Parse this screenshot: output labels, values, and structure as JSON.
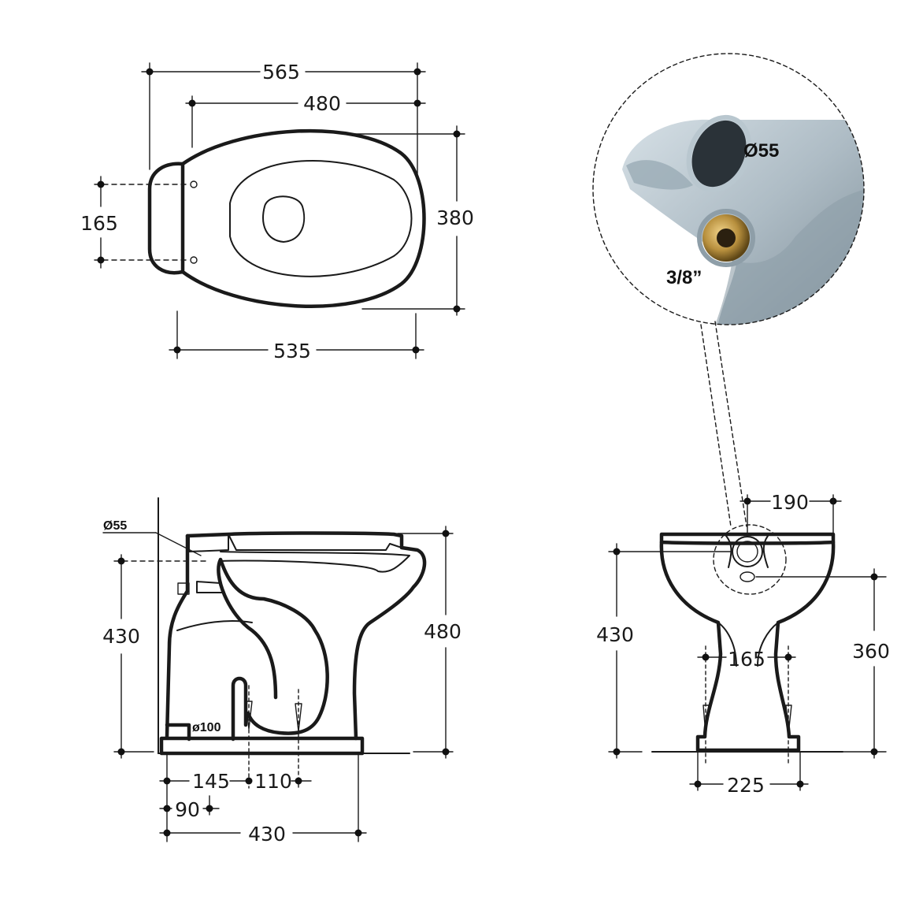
{
  "top_view": {
    "width_overall": "565",
    "width_bowl": "480",
    "depth": "380",
    "hinge_spacing": "165",
    "base_length": "535"
  },
  "detail": {
    "inlet_diameter": "Ø55",
    "supply_thread": "3/8”"
  },
  "side_view": {
    "inlet_label": "Ø55",
    "outlet_label": "ø100",
    "inlet_height": "430",
    "total_height": "480",
    "dim_145": "145",
    "dim_110": "110",
    "dim_90": "90",
    "base_depth": "430"
  },
  "front_view": {
    "inlet_spacing": "190",
    "inlet_height": "430",
    "supply_height": "360",
    "fixing_spacing": "165",
    "base_width": "225"
  },
  "colors": {
    "line": "#1a1a1a",
    "porcelain_light": "#c8d4dc",
    "porcelain_dark": "#8a9aa4",
    "brass": "#b8903e"
  }
}
